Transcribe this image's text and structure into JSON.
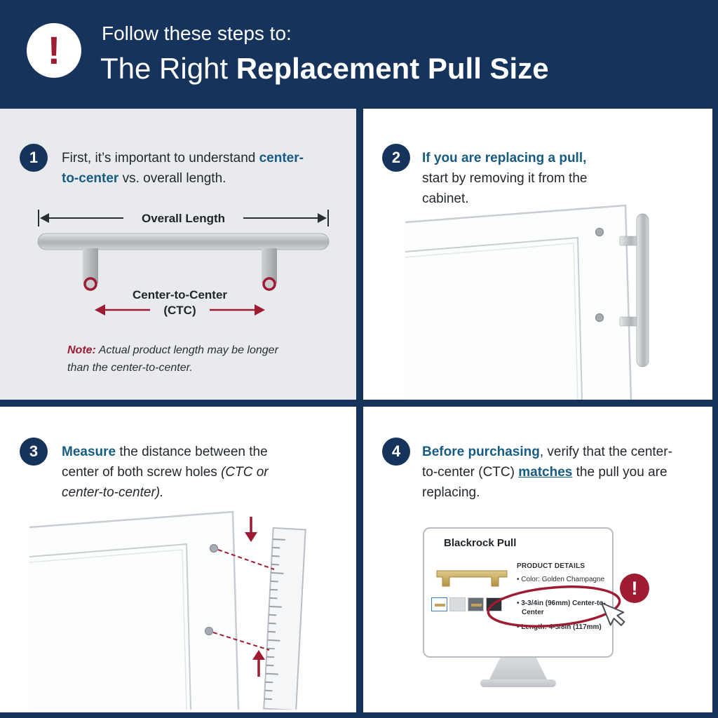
{
  "colors": {
    "navy": "#16335c",
    "crimson": "#9e1b32",
    "highlight_blue": "#175b83",
    "panel_gray": "#e8eaee",
    "gold": "#c2a15c"
  },
  "header": {
    "alert_glyph": "!",
    "intro": "Follow these steps to:",
    "title_regular": "The Right ",
    "title_bold": "Replacement Pull Size"
  },
  "step1": {
    "number": "1",
    "text_before": "First, it’s important to understand ",
    "text_highlight": "center-to-center",
    "text_after": " vs. overall length.",
    "overall_length_label": "Overall Length",
    "ctc_label": "Center-to-Center",
    "ctc_abbr": "(CTC)",
    "note_label": "Note:",
    "note_text": " Actual product length may be longer than the center-to-center."
  },
  "step2": {
    "number": "2",
    "text_highlight": "If you are replacing a pull,",
    "text_after": " start by removing it from the cabinet."
  },
  "step3": {
    "number": "3",
    "text_highlight": "Measure",
    "text_middle": " the distance between the center of both screw holes ",
    "text_italic": "(CTC or center-to-center)."
  },
  "step4": {
    "number": "4",
    "text_highlight": "Before purchasing",
    "text_middle": ", verify that the center-to-center (CTC) ",
    "text_underline": "matches",
    "text_after": " the pull you are replacing.",
    "monitor": {
      "product_name": "Blackrock Pull",
      "details_heading": "PRODUCT DETAILS",
      "bullets": [
        "• Color: Golden Champagne",
        "• 3-3/4in (96mm) Center-to-Center",
        "• Length: 4-5/8in (117mm)"
      ],
      "alert_glyph": "!"
    }
  }
}
